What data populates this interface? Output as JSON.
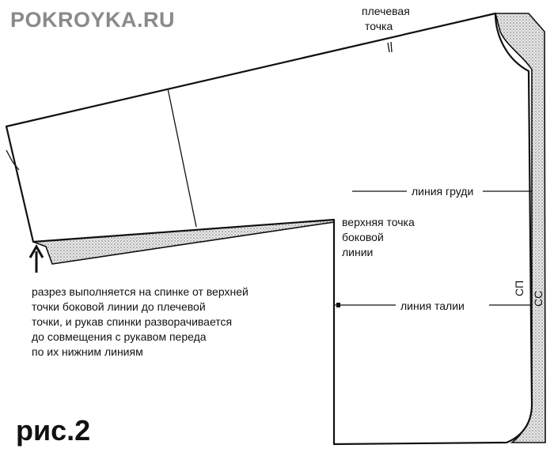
{
  "site_title": "POKROYKA.RU",
  "labels": {
    "shoulder_point_line1": "плечевая",
    "shoulder_point_line2": "точка",
    "bust_line": "линия груди",
    "side_top_line1": "верхняя точка",
    "side_top_line2": "боковой",
    "side_top_line3": "линии",
    "waist_line": "линия талии",
    "sp": "СП",
    "ss": "СС"
  },
  "note": {
    "lines": [
      "разрез выполняется на спинке от верхней",
      "точки боковой линии до плечевой",
      "точки, и рукав спинки разворачивается",
      "до совмещения с рукавом переда",
      "по их нижним линиям"
    ]
  },
  "figure_label": "рис.2",
  "colors": {
    "ink": "#111111",
    "stipple": "#7a7a7a",
    "title_gray": "#8a8a8a",
    "background": "#ffffff"
  },
  "icons": {
    "arrow": "up-arrow-icon"
  }
}
